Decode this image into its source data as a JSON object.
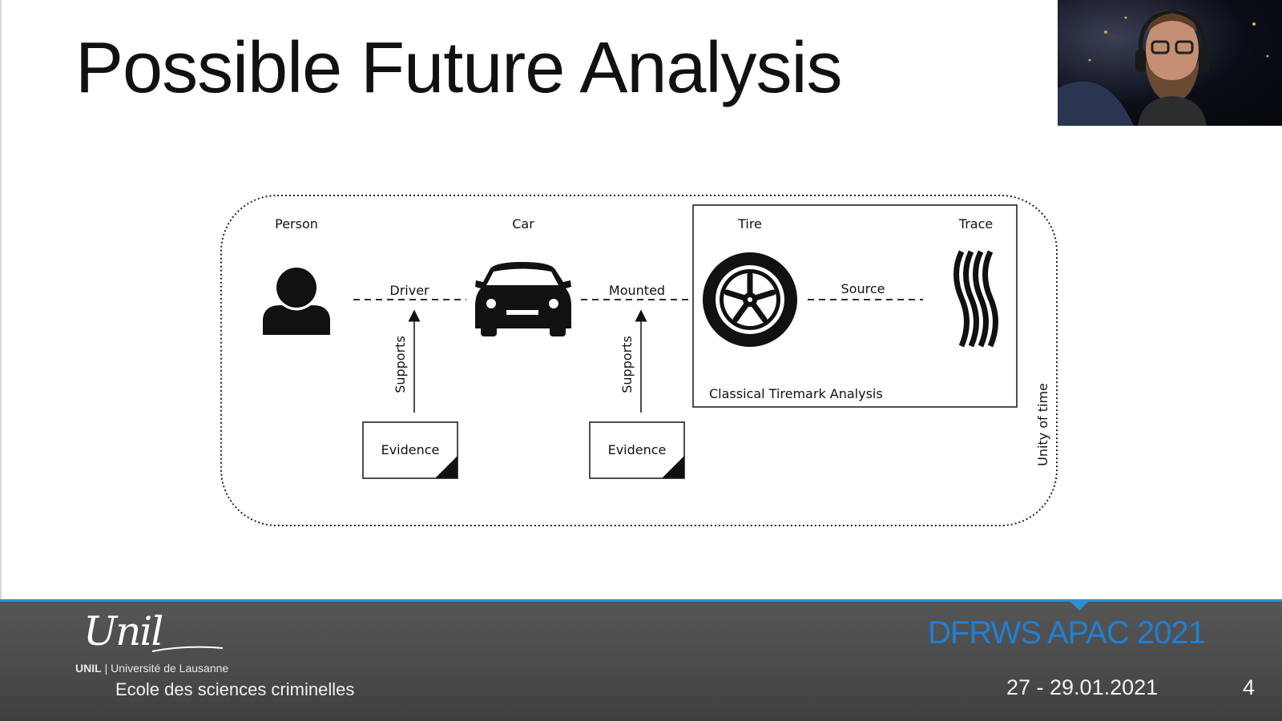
{
  "slide": {
    "title": "Possible Future Analysis"
  },
  "diagram": {
    "nodes": {
      "person": "Person",
      "car": "Car",
      "tire": "Tire",
      "trace": "Trace"
    },
    "relations": {
      "driver": "Driver",
      "mounted": "Mounted",
      "source": "Source"
    },
    "supports": [
      "Supports",
      "Supports"
    ],
    "evidence": [
      "Evidence",
      "Evidence"
    ],
    "inner_box_label": "Classical Tiremark Analysis",
    "outer_box_label": "Unity of time"
  },
  "footer": {
    "logo_script": "Unil",
    "unil_abbrev": "UNIL",
    "university": "| Université de Lausanne",
    "school": "Ecole des sciences criminelles",
    "conference": "DFRWS APAC 2021",
    "dates": "27 - 29.01.2021",
    "page_number": "4"
  },
  "colors": {
    "accent": "#2f8fd6",
    "conference_text": "#1f7fd4",
    "footer_bg": "#4a4a4a"
  },
  "icons": [
    "person-icon",
    "car-icon",
    "tire-icon",
    "tiremark-trace-icon",
    "evidence-corner-icon"
  ]
}
